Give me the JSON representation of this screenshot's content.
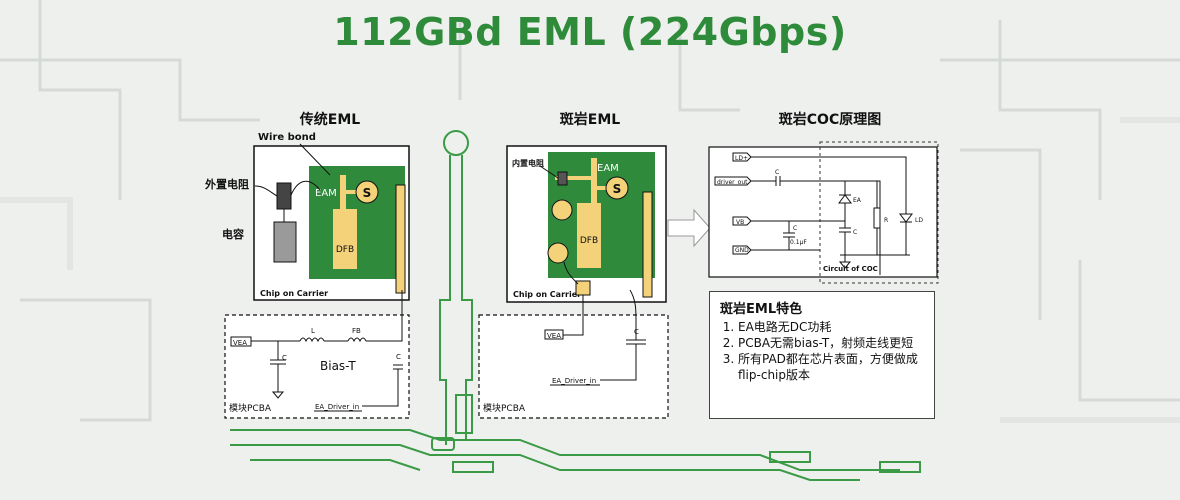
{
  "title": "112GBd EML (224Gbps)",
  "sections": {
    "traditional": "传统EML",
    "banyan": "斑岩EML",
    "coc": "斑岩COC原理图"
  },
  "traditional": {
    "wire_bond": "Wire bond",
    "ext_resistor": "外置电阻",
    "capacitor": "电容",
    "eam": "EAM",
    "s": "S",
    "dfb": "DFB",
    "chip_on_carrier": "Chip on Carrier",
    "vea": "VEA",
    "l": "L",
    "fb": "FB",
    "c1": "C",
    "c2": "C",
    "bias_t": "Bias-T",
    "module_pcba": "模块PCBA",
    "ea_driver_in": "EA_Driver_in"
  },
  "banyan": {
    "int_resistor": "内置电阻",
    "eam": "EAM",
    "s": "S",
    "dfb": "DFB",
    "chip_on_carrier": "Chip on Carrier",
    "vea": "VEA",
    "c": "C",
    "ea_driver_in": "EA_Driver_in",
    "module_pcba": "模块PCBA"
  },
  "coc": {
    "ld_plus": "LD+",
    "driver_out": "driver_out",
    "vb": "VB",
    "gnd": "GND",
    "c_top": "C",
    "c_mid": "C",
    "cap_value": "0.1μF",
    "ea": "EA",
    "c_right": "C",
    "r": "R",
    "ld": "LD",
    "circuit_of_coc": "Circuit of COC"
  },
  "features": {
    "title": "斑岩EML特色",
    "items": [
      "EA电路无DC功耗",
      "PCBA无需bias-T，射频走线更短",
      "所有PAD都在芯片表面，方便做成flip-chip版本"
    ]
  },
  "colors": {
    "title_green": "#2e8b3a",
    "chip_green": "#2f8a3c",
    "pad_yellow": "#f3d27a",
    "trace_green": "#3a9a45"
  }
}
